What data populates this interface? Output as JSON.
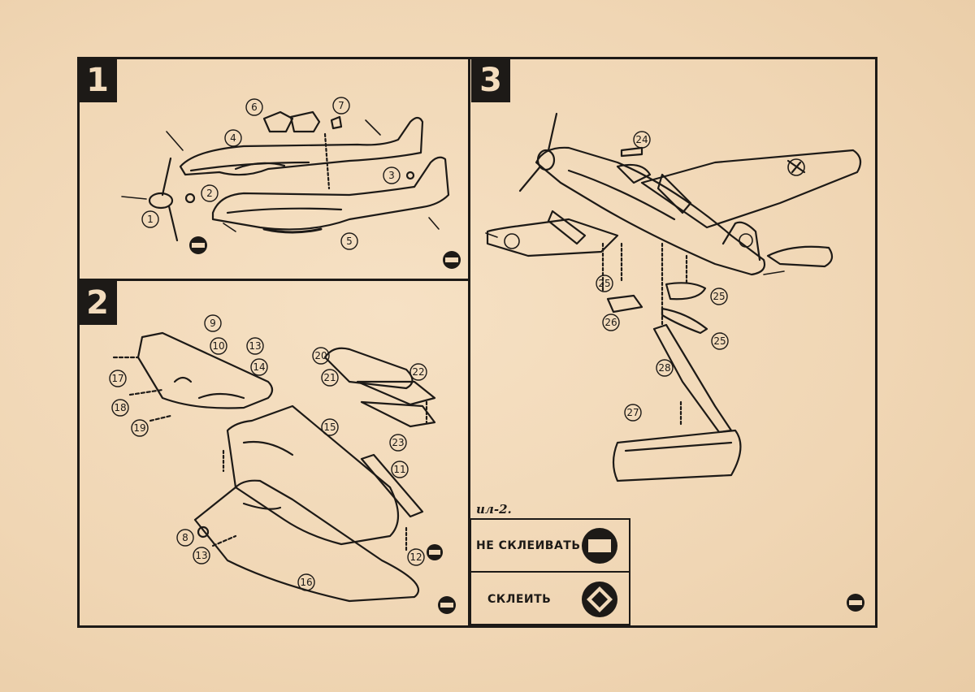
{
  "steps": [
    {
      "number": "1"
    },
    {
      "number": "2"
    },
    {
      "number": "3"
    }
  ],
  "legend": {
    "title": "ил-2.",
    "do_not_glue": "НЕ СКЛЕИВАТЬ",
    "glue": "СКЛЕИТЬ"
  },
  "part_numbers": {
    "p1": "1",
    "p2": "2",
    "p3": "3",
    "p4": "4",
    "p5": "5",
    "p6": "6",
    "p7": "7",
    "p8": "8",
    "p9": "9",
    "p10": "10",
    "p11": "11",
    "p12": "12",
    "p13": "13",
    "p13b": "13",
    "p14": "14",
    "p15": "15",
    "p16": "16",
    "p17": "17",
    "p18": "18",
    "p19": "19",
    "p20": "20",
    "p21": "21",
    "p22": "22",
    "p23": "23",
    "p24": "24",
    "p25a": "25",
    "p25b": "25",
    "p25c": "25",
    "p26": "26",
    "p27": "27",
    "p28": "28"
  },
  "colors": {
    "paper": "#f1d9b9",
    "ink": "#1d1a17"
  },
  "icons": {
    "do_not_glue": "no-glue-symbol-icon",
    "glue": "glue-symbol-icon"
  }
}
